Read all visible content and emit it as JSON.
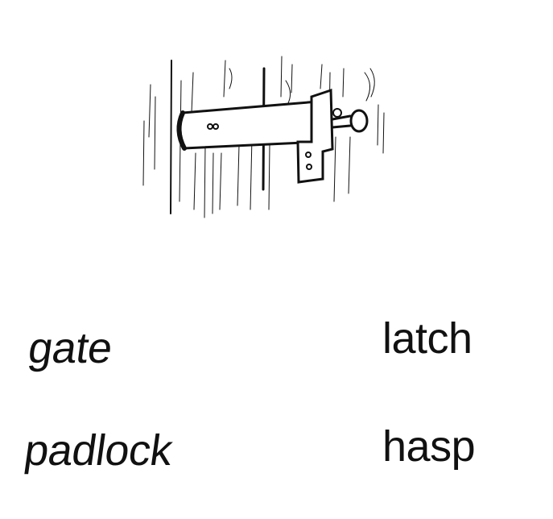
{
  "illustration": {
    "subject": "latch-icon",
    "ink_color": "#111111",
    "paper_color": "#ffffff"
  },
  "words": {
    "gate": "gate",
    "latch": "latch",
    "padlock": "padlock",
    "hasp": "hasp"
  }
}
